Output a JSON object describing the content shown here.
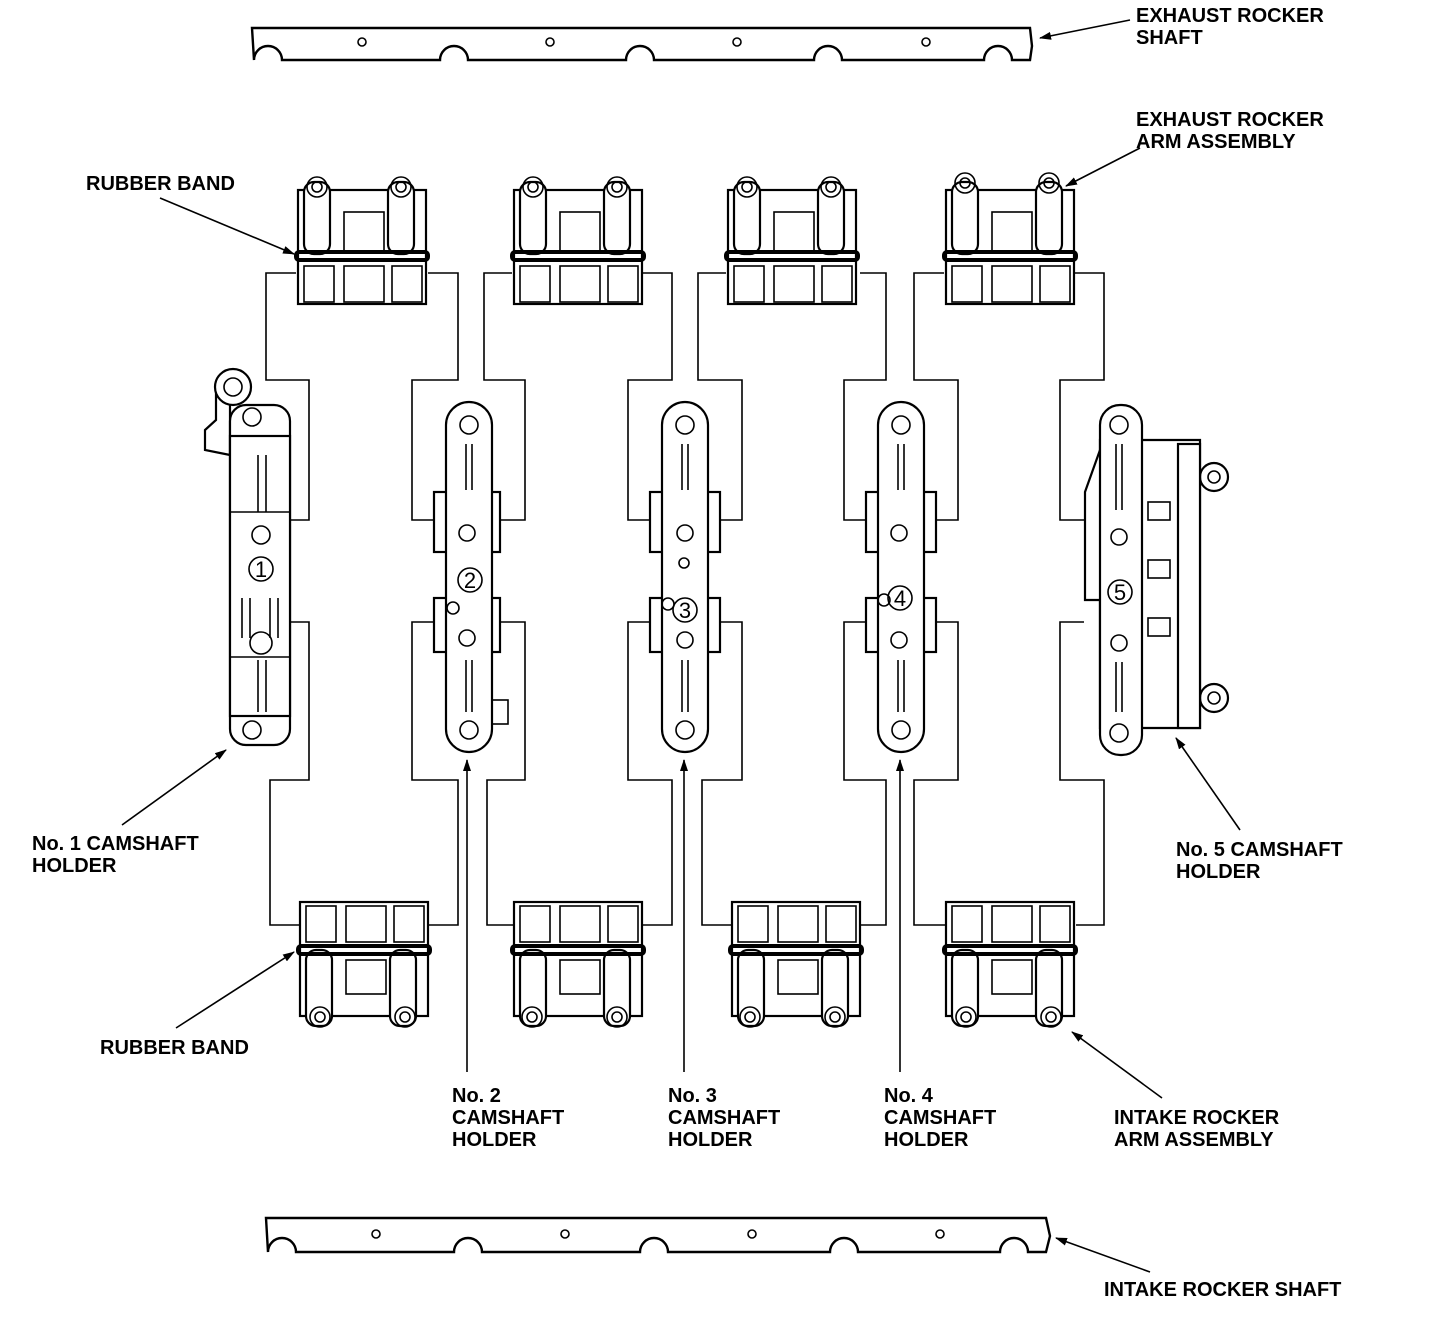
{
  "labels": {
    "exhaust_shaft": [
      "EXHAUST ROCKER",
      "SHAFT"
    ],
    "exhaust_arm": [
      "EXHAUST ROCKER",
      "ARM ASSEMBLY"
    ],
    "rubber_band_top": [
      "RUBBER BAND"
    ],
    "rubber_band_bottom": [
      "RUBBER BAND"
    ],
    "holder1": [
      "No. 1 CAMSHAFT",
      "HOLDER"
    ],
    "holder2": [
      "No. 2",
      "CAMSHAFT",
      "HOLDER"
    ],
    "holder3": [
      "No. 3",
      "CAMSHAFT",
      "HOLDER"
    ],
    "holder4": [
      "No. 4",
      "CAMSHAFT",
      "HOLDER"
    ],
    "holder5": [
      "No. 5 CAMSHAFT",
      "HOLDER"
    ],
    "intake_arm": [
      "INTAKE ROCKER",
      "ARM ASSEMBLY"
    ],
    "intake_shaft": [
      "INTAKE ROCKER SHAFT"
    ]
  },
  "holder_numbers": [
    "1",
    "2",
    "3",
    "4",
    "5"
  ]
}
